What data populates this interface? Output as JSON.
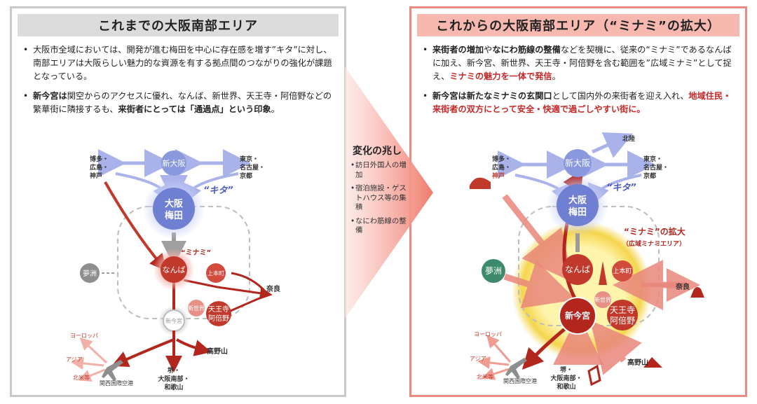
{
  "left": {
    "title": "これまでの大阪南部エリア",
    "bullets": [
      {
        "parts": [
          {
            "t": "大阪市全域においては、開発が進む梅田を中心に存在感を増す”キタ”に対し、南部エリアは大阪らしい魅力的な資源を有する拠点間のつながりの強化が課題となっている。",
            "s": ""
          }
        ]
      },
      {
        "parts": [
          {
            "t": "新今宮は",
            "s": "b"
          },
          {
            "t": "関空からのアクセスに優れ、なんば、新世界、天王寺・阿倍野などの繁華街に隣接するも、",
            "s": ""
          },
          {
            "t": "来街者にとっては「通過点」という印象",
            "s": "b"
          },
          {
            "t": "。",
            "s": ""
          }
        ]
      }
    ],
    "map": {
      "shin_osaka": "新大阪",
      "umeda": [
        "大阪",
        "梅田"
      ],
      "kita": "“キタ”",
      "minami": "“ミナミ”",
      "namba": "なんば",
      "uehommachi": "上本町",
      "yumeshima": "夢洲",
      "shinsekai": "新世界",
      "tennoji": [
        "天王寺",
        "阿倍野"
      ],
      "shin_imamiya": "新今宮",
      "west": [
        "博多・",
        "広島・",
        "神戸"
      ],
      "east": [
        "東京・",
        "名古屋・",
        "京都"
      ],
      "nara": "奈良",
      "koyasan": "高野山",
      "south": [
        "堺・",
        "大阪南部・",
        "和歌山"
      ],
      "kix": "関西国際空港",
      "europe": "ヨーロッパ",
      "asia": "アジア",
      "north_america": "北米等"
    }
  },
  "middle": {
    "title": "変化の兆し",
    "items": [
      "訪日外国人の増加",
      "宿泊施設・ゲストハウス等の集積",
      "なにわ筋線の整備"
    ]
  },
  "right": {
    "title": "これからの大阪南部エリア（“ミナミ”の拡大）",
    "bullets": [
      {
        "parts": [
          {
            "t": "来街者の増加",
            "s": "b"
          },
          {
            "t": "や",
            "s": ""
          },
          {
            "t": "なにわ筋線の整備",
            "s": "b"
          },
          {
            "t": "などを契機に、従来の“ミナミ”であるなんばに加え、新今宮、新世界、天王寺・阿倍野を含む範囲を”広域ミナミ”として捉え、",
            "s": ""
          },
          {
            "t": "ミナミの魅力を一体で発信",
            "s": "r"
          },
          {
            "t": "。",
            "s": ""
          }
        ]
      },
      {
        "parts": [
          {
            "t": "新今宮は新たなミナミの玄関口",
            "s": "b"
          },
          {
            "t": "として国内外の来街者を迎え入れ、",
            "s": ""
          },
          {
            "t": "地域住民・来街者の双方にとって安全・快適で過ごしやすい街に。",
            "s": "r"
          }
        ]
      }
    ],
    "map": {
      "shin_osaka": "新大阪",
      "umeda": [
        "大阪",
        "梅田"
      ],
      "kita": "“キタ”",
      "minami_expansion": "“ミナミ”の拡大",
      "wide_minami": "（広域ミナミエリア）",
      "namba": "なんば",
      "uehommachi": "上本町",
      "yumeshima": "夢洲",
      "shinsekai": "新世界",
      "tennoji": [
        "天王寺",
        "阿倍野"
      ],
      "shin_imamiya": "新今宮",
      "hokuriku": "北陸",
      "west": [
        "博多・",
        "広島・",
        "神戸"
      ],
      "east": [
        "東京・",
        "名古屋・",
        "京都"
      ],
      "nara": "奈良",
      "koyasan": "高野山",
      "south": [
        "堺・",
        "大阪南部・",
        "和歌山"
      ],
      "kix": "関西国際空港",
      "europe": "ヨーロッパ",
      "asia": "アジア",
      "north_america": "北米等"
    }
  },
  "colors": {
    "blue": "#6f7fd1",
    "blue_light": "#b9c2ee",
    "red": "#c0392b",
    "red_dark": "#b3261e",
    "gray": "#9a9a9a",
    "green": "#3e8a6d",
    "gold": "#f2c200"
  }
}
